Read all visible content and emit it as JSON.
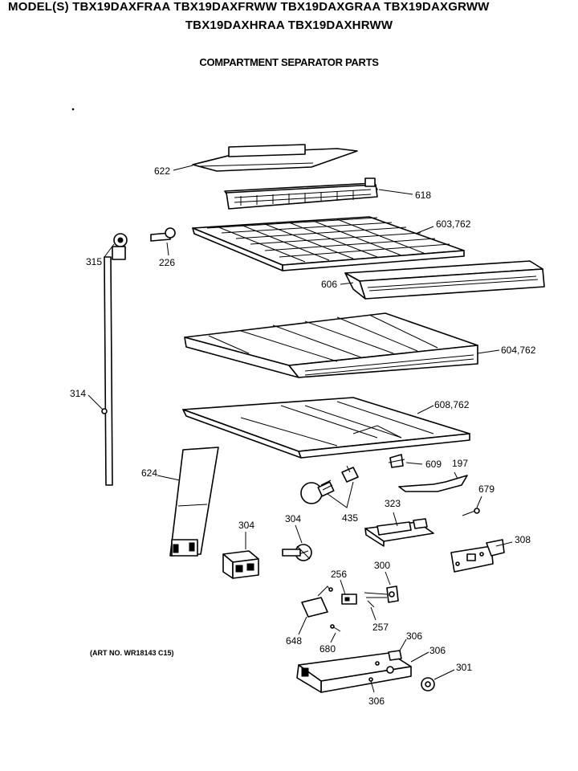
{
  "header": {
    "models_line1": "MODEL(S) TBX19DAXFRAA  TBX19DAXFRWW  TBX19DAXGRAA  TBX19DAXGRWW",
    "models_line2": "TBX19DAXHRAA  TBX19DAXHRWW",
    "title": "COMPARTMENT SEPARATOR PARTS"
  },
  "art_number": "(ART NO. WR18143 C15)",
  "callouts": {
    "c622": "622",
    "c618": "618",
    "c603": "603,762",
    "c315": "315",
    "c226": "226",
    "c606": "606",
    "c604": "604,762",
    "c314": "314",
    "c608": "608,762",
    "c624": "624",
    "c609": "609",
    "c197": "197",
    "c679": "679",
    "c435": "435",
    "c323": "323",
    "c304a": "304",
    "c304b": "304",
    "c308": "308",
    "c256": "256",
    "c300": "300",
    "c257": "257",
    "c648": "648",
    "c680": "680",
    "c306a": "306",
    "c306b": "306",
    "c306c": "306",
    "c301": "301"
  }
}
